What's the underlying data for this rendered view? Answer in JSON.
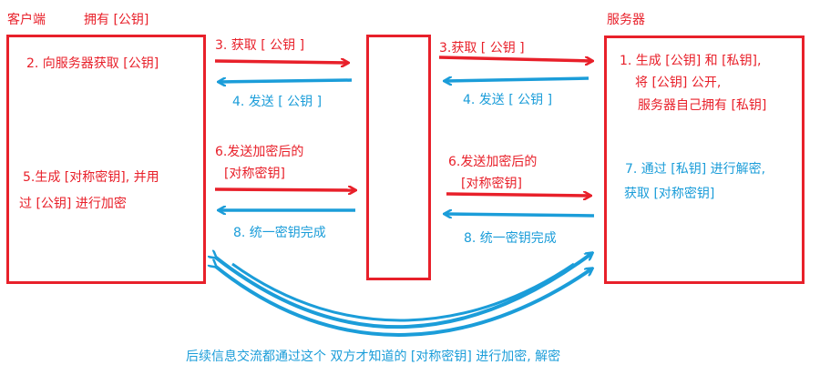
{
  "colors": {
    "red": "#e8202a",
    "blue": "#1b9dd9"
  },
  "client": {
    "title": "客户端",
    "owns": "拥有 [公钥]",
    "step2": "2. 向服务器获取 [公钥]",
    "step5_line1": "5.生成 [对称密钥], 并用",
    "step5_line2": "过 [公钥] 进行加密"
  },
  "server": {
    "title": "服务器",
    "step1_line1": "1. 生成 [公钥] 和 [私钥],",
    "step1_line2": "将 [公钥] 公开,",
    "step1_line3": "服务器自己拥有 [私钥]",
    "step7_line1": "7. 通过 [私钥] 进行解密,",
    "step7_line2": "获取 [对称密钥]"
  },
  "left_channel": {
    "step3": "3. 获取 [ 公钥 ]",
    "step4": "4. 发送 [ 公钥 ]",
    "step6_line1": "6.发送加密后的",
    "step6_line2": "[对称密钥]",
    "step8": "8. 统一密钥完成"
  },
  "right_channel": {
    "step3": "3.获取 [ 公钥 ]",
    "step4": "4. 发送 [ 公钥 ]",
    "step6_line1": "6.发送加密后的",
    "step6_line2": "[对称密钥]",
    "step8": "8.  统一密钥完成"
  },
  "footer": {
    "text": "后续信息交流都通过这个 双方才知道的 [对称密钥] 进行加密, 解密"
  }
}
